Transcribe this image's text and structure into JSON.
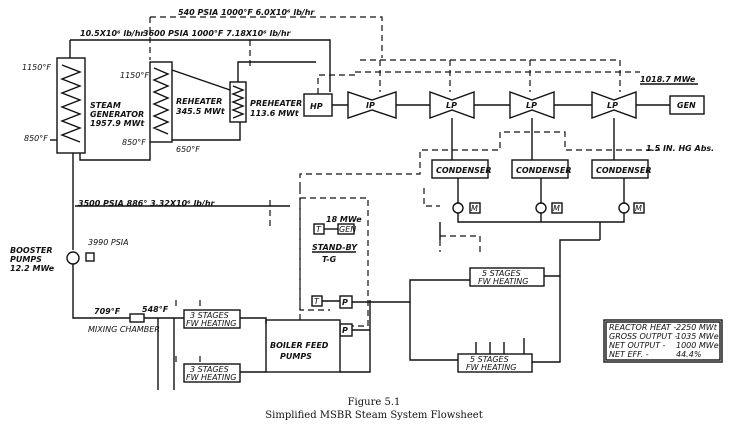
{
  "labels": {
    "steam540": "540 PSIA 1000°F 6.0X10⁶ lb/hr",
    "steam3600": "3600 PSIA 1000°F 7.18X10⁶ lb/hr",
    "flow105": "10.5X10⁶ lb/hr",
    "t1150a": "1150°F",
    "t1150b": "1150°F",
    "t850a": "850°F",
    "t850b": "850°F",
    "t650": "650°F",
    "sg_line1": "STEAM",
    "sg_line2": "GENERATOR",
    "sg_line3": "1957.9 MWt",
    "reheater_line1": "REHEATER",
    "reheater_line2": "345.5 MWt",
    "preheater_line1": "PREHEATER",
    "preheater_line2": "113.6 MWt",
    "feed3500": "3500 PSIA 886° 3.32X10⁶ lb/hr",
    "p3990": "3990 PSIA",
    "booster1": "BOOSTER",
    "booster2": "PUMPS",
    "booster3": "12.2 MWe",
    "t709": "709°F",
    "t548": "548°F",
    "mixing": "MIXING CHAMBER",
    "hp": "HP",
    "ip": "IP",
    "lp1": "LP",
    "lp2": "LP",
    "lp3": "LP",
    "gen": "GEN",
    "gen_small": "GEN",
    "mwe_out": "1018.7 MWe",
    "hg": "1.5 IN. HG Abs.",
    "cond1": "CONDENSER",
    "cond2": "CONDENSER",
    "cond3": "CONDENSER",
    "standby_mwe": "18 MWe",
    "standby1": "STAND-BY",
    "standby2": "T-G",
    "t_tag": "T",
    "t_tag2": "T",
    "p_tag1": "P",
    "p_tag2": "P",
    "m_tag1": "M",
    "m_tag2": "M",
    "m_tag3": "M",
    "fw3_a1": "3 STAGES",
    "fw3_a2": "FW HEATING",
    "fw3_b1": "3 STAGES",
    "fw3_b2": "FW HEATING",
    "fw5_a1": "5 STAGES",
    "fw5_a2": "FW HEATING",
    "fw5_b1": "5 STAGES",
    "fw5_b2": "FW HEATING",
    "bfp1": "BOILER FEED",
    "bfp2": "PUMPS",
    "caption1": "Figure 5.1",
    "caption2": "Simplified MSBR Steam System Flowsheet"
  },
  "summary": [
    {
      "label": "REACTOR HEAT",
      "value": "2250 MWt"
    },
    {
      "label": "GROSS OUTPUT",
      "value": "1035 MWe"
    },
    {
      "label": "NET OUTPUT",
      "value": "1000 MWe"
    },
    {
      "label": "NET EFF.",
      "value": "44.4%"
    }
  ]
}
